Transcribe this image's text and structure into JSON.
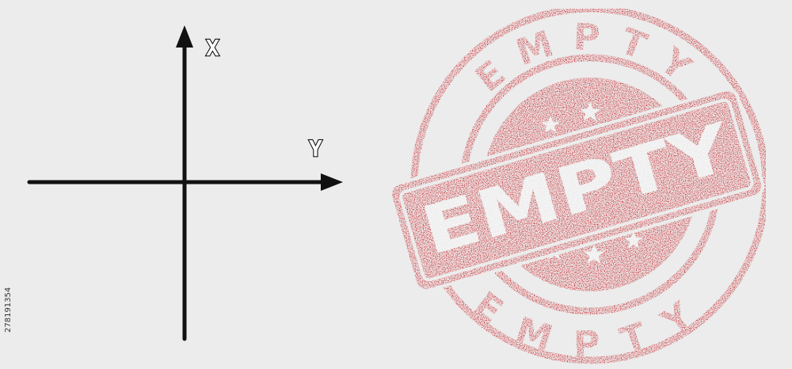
{
  "axes": {
    "vertical_label": "X",
    "horizontal_label": "Y"
  },
  "stamp": {
    "ring_text_top": "EMPTY",
    "ring_text_bottom": "EMPTY",
    "banner_text": "EMPTY",
    "color": "#c8262c"
  },
  "side_id": "278191354",
  "colors": {
    "background": "#ececec",
    "axis": "#111111",
    "stamp_red": "#c8262c"
  }
}
